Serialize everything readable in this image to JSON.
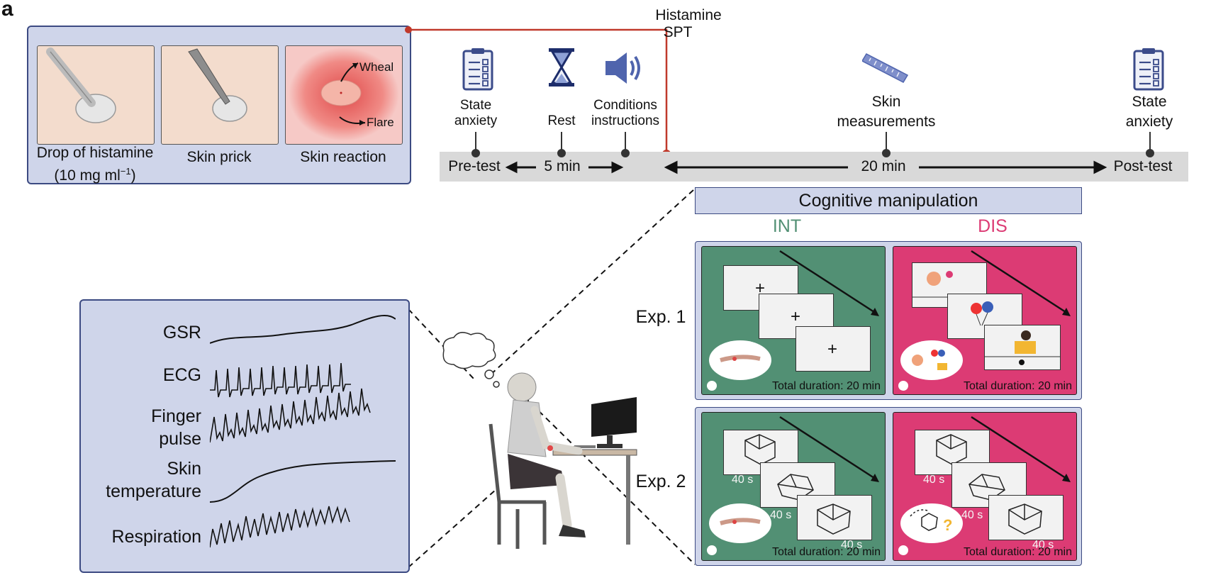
{
  "panel_letter": "a",
  "histamine": {
    "steps": [
      {
        "label": "Drop of histamine"
      },
      {
        "label": "Skin prick"
      },
      {
        "label": "Skin reaction"
      }
    ],
    "dose_prefix": "(10 mg ml",
    "dose_exp": "−1",
    "dose_suffix": ")",
    "wheal_label": "Wheal",
    "flare_label": "Flare",
    "spt_line1": "Histamine",
    "spt_line2": "SPT"
  },
  "timeline": {
    "state_anxiety_line1": "State",
    "state_anxiety_line2": "anxiety",
    "rest": "Rest",
    "conditions_line1": "Conditions",
    "conditions_line2": "instructions",
    "skin_line1": "Skin",
    "skin_line2": "measurements",
    "post_anxiety_line1": "State",
    "post_anxiety_line2": "anxiety",
    "pre_test": "Pre-test",
    "five_min": "5 min",
    "twenty_min": "20 min",
    "post_test": "Post-test"
  },
  "cognitive": {
    "title": "Cognitive manipulation",
    "int_label": "INT",
    "dis_label": "DIS",
    "exp1_label": "Exp. 1",
    "exp2_label": "Exp. 2",
    "duration": "Total duration: 20 min",
    "secs": "40 s",
    "int_color": "#529074",
    "dis_color": "#dc3b74"
  },
  "physiology": {
    "gsr": "GSR",
    "ecg": "ECG",
    "finger_line1": "Finger",
    "finger_line2": "pulse",
    "skin_temp_line1": "Skin",
    "skin_temp_line2": "temperature",
    "respiration": "Respiration"
  },
  "colors": {
    "panel_fill": "#cfd5ea",
    "panel_border": "#3c4a82",
    "spt_line": "#c0392b"
  }
}
